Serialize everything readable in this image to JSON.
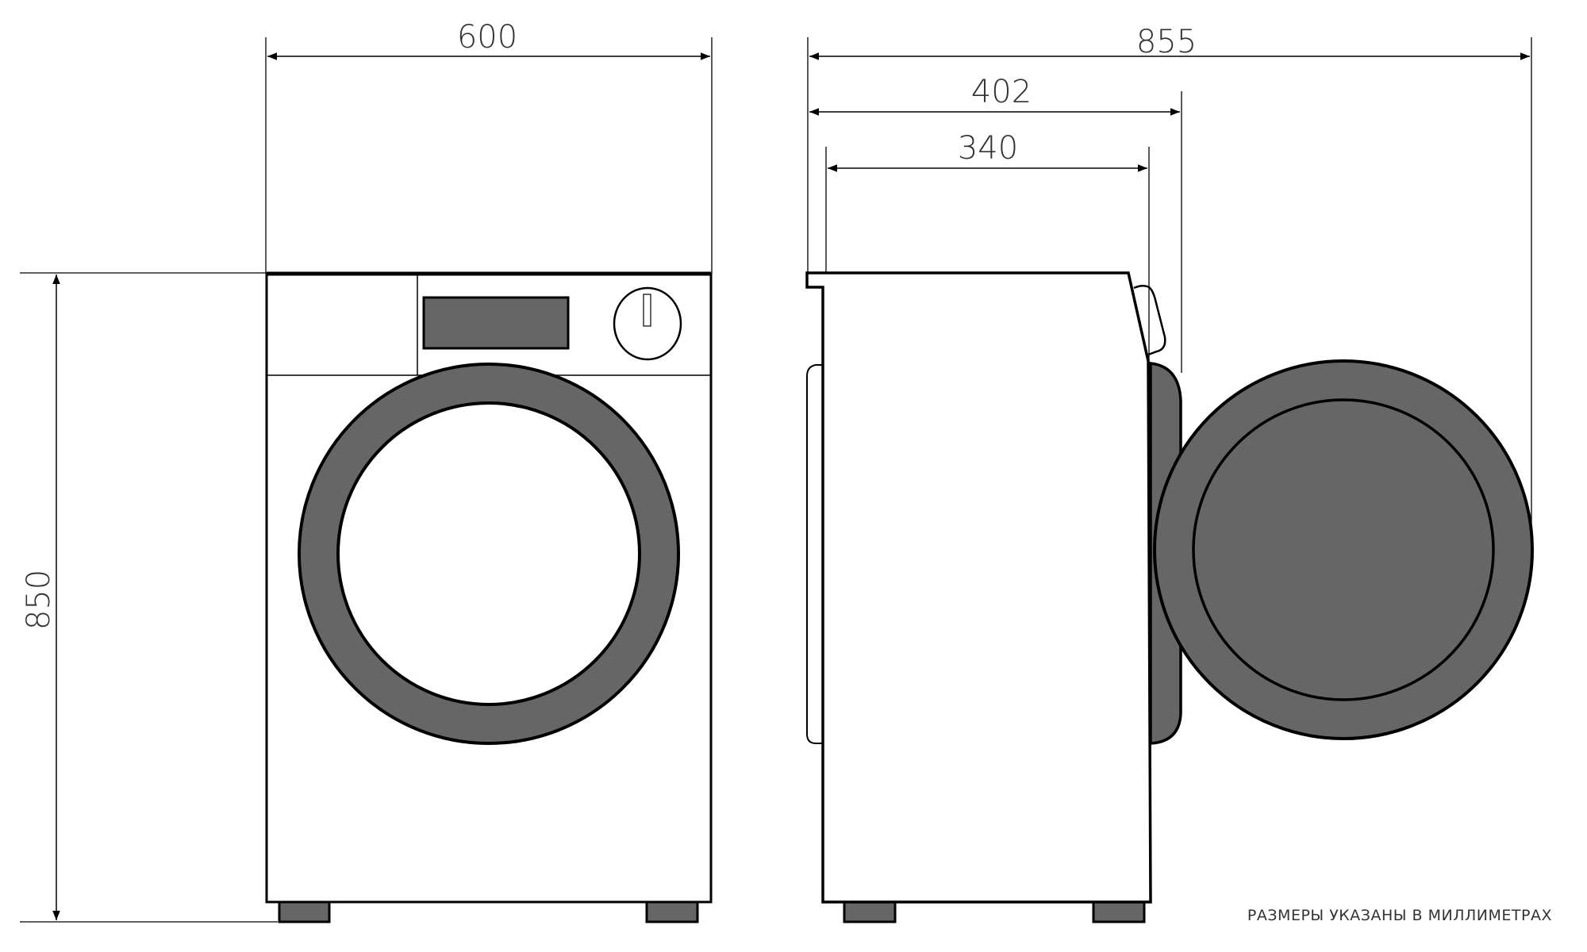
{
  "colors": {
    "line": "#000000",
    "fill_gray": "#666666",
    "text": "#333333",
    "background": "#ffffff"
  },
  "dimensions": {
    "front_width": "600",
    "height": "850",
    "total_depth_door_open": "855",
    "depth_with_door": "402",
    "body_depth": "340"
  },
  "note": "РАЗМЕРЫ УКАЗАНЫ В МИЛЛИМЕТРАХ"
}
